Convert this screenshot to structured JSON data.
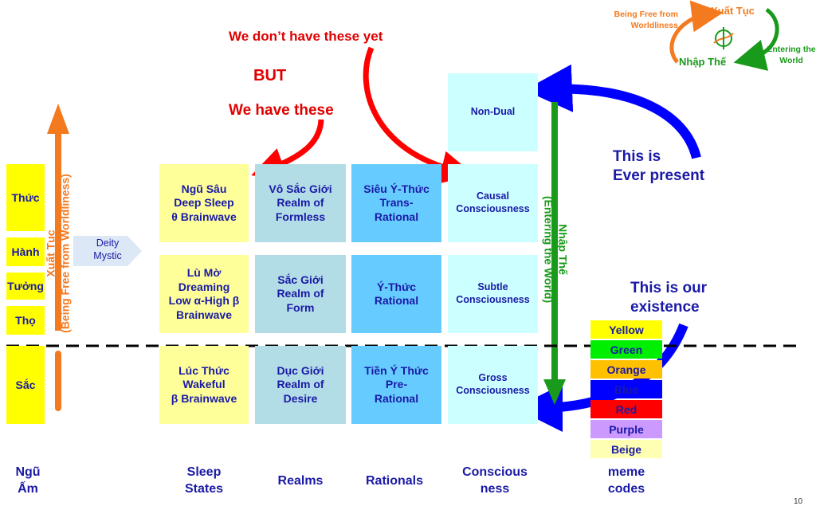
{
  "header": {
    "dont_have": "We don’t have these yet",
    "but": "BUT",
    "we_have": "We have these"
  },
  "cycle": {
    "xuat_tuc": "Xuất Tục",
    "nhap_the": "Nhập Thế",
    "being_free": "Being Free from Worldliness",
    "entering": "Entering the World",
    "colors": {
      "orange": "#f47a20",
      "green": "#1a9a1a"
    }
  },
  "skandhas": [
    "Thức",
    "Hành",
    "Tưởng",
    "Thọ",
    "Sắc"
  ],
  "left_arrow_label": {
    "line1": "Xuất Tục",
    "line2": "(Being Free from Worldliness)"
  },
  "deity_mystic": "Deity Mystic",
  "sleep_states": {
    "deep": [
      "Ngũ Sâu",
      "Deep Sleep",
      "θ Brainwave"
    ],
    "dream": [
      "Lù Mờ",
      "Dreaming",
      "Low α-High β",
      "Brainwave"
    ],
    "wake": [
      "Lúc Thức",
      "Wakeful",
      "β Brainwave"
    ]
  },
  "realms": {
    "formless": [
      "Vô Sắc Giới",
      "Realm of",
      "Formless"
    ],
    "form": [
      "Sắc Giới",
      "Realm of",
      "Form"
    ],
    "desire": [
      "Dục Giới",
      "Realm of",
      "Desire"
    ]
  },
  "rationals": {
    "trans": [
      "Siêu Ý-Thức",
      "Trans-",
      "Rational"
    ],
    "rational": [
      "Ý-Thức",
      "Rational"
    ],
    "pre": [
      "Tiền Ý Thức",
      "Pre-",
      "Rational"
    ]
  },
  "consciousness": {
    "nondual": "Non-Dual",
    "causal": [
      "Causal",
      "Consciousness"
    ],
    "subtle": [
      "Subtle",
      "Consciousness"
    ],
    "gross": [
      "Gross",
      "Consciousness"
    ]
  },
  "green_arrow_label": {
    "line1": "Nhập Thế",
    "line2": "(Entering the World)"
  },
  "notes": {
    "ever_present": [
      "This is",
      "Ever present"
    ],
    "our_existence": [
      "This is our",
      "existence"
    ]
  },
  "memes": [
    {
      "label": "Yellow",
      "color": "#ffff00"
    },
    {
      "label": "Green",
      "color": "#00ee00"
    },
    {
      "label": "Orange",
      "color": "#ffc000"
    },
    {
      "label": "Blue",
      "color": "#0000ff"
    },
    {
      "label": "Red",
      "color": "#ff0000"
    },
    {
      "label": "Purple",
      "color": "#cc99ff"
    },
    {
      "label": "Beige",
      "color": "#ffffb3"
    }
  ],
  "column_labels": {
    "ngu_am": [
      "Ngũ",
      "Ấm"
    ],
    "sleep": [
      "Sleep",
      "States"
    ],
    "realms": "Realms",
    "rationals": "Rationals",
    "consciousness": [
      "Conscious",
      "ness"
    ],
    "meme": [
      "meme",
      "codes"
    ]
  },
  "page_number": "10"
}
